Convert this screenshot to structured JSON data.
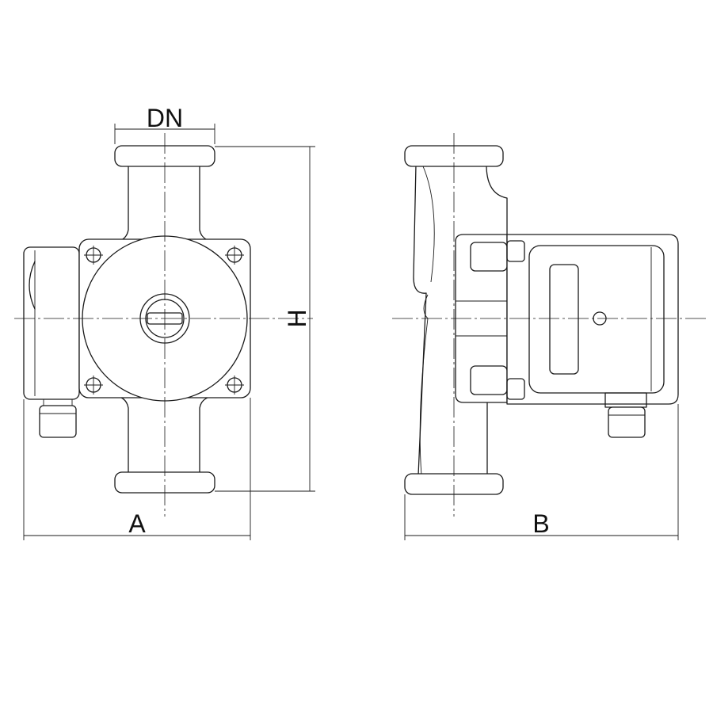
{
  "dimensions": {
    "dn": "DN",
    "h": "H",
    "a": "A",
    "b": "B"
  }
}
